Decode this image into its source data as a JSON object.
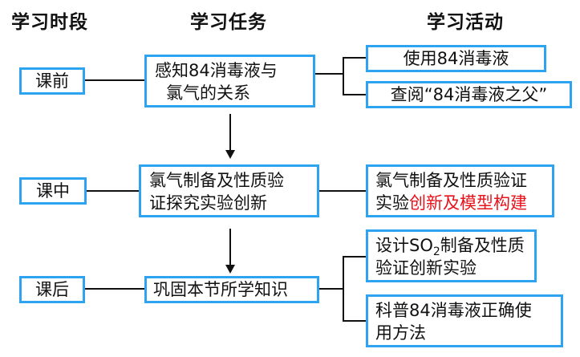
{
  "headers": {
    "stage": "学习时段",
    "task": "学习任务",
    "activity": "学习活动"
  },
  "stages": {
    "before": "课前",
    "during": "课中",
    "after": "课后"
  },
  "tasks": {
    "task1_line1": "感知84消毒液与",
    "task1_line2": "氯气的关系",
    "task2_line1": "氯气制备及性质验",
    "task2_line2": "证探究实验创新",
    "task3": "巩固本节所学知识"
  },
  "activities": {
    "a1": "使用84消毒液",
    "a2": "查阅“84消毒液之父”",
    "a3_line1": "氯气制备及性质验证",
    "a3_line2_black": "实验",
    "a3_line2_red": "创新及模型构建",
    "a4_line1_prefix": "设计SO",
    "a4_line1_sub": "2",
    "a4_line1_suffix": "制备及性质",
    "a4_line2": "验证创新实验",
    "a5_line1": "科普84消毒液正确使",
    "a5_line2": "用方法"
  },
  "colors": {
    "box_border": "#2ea4f0",
    "highlight": "#e8121b"
  }
}
